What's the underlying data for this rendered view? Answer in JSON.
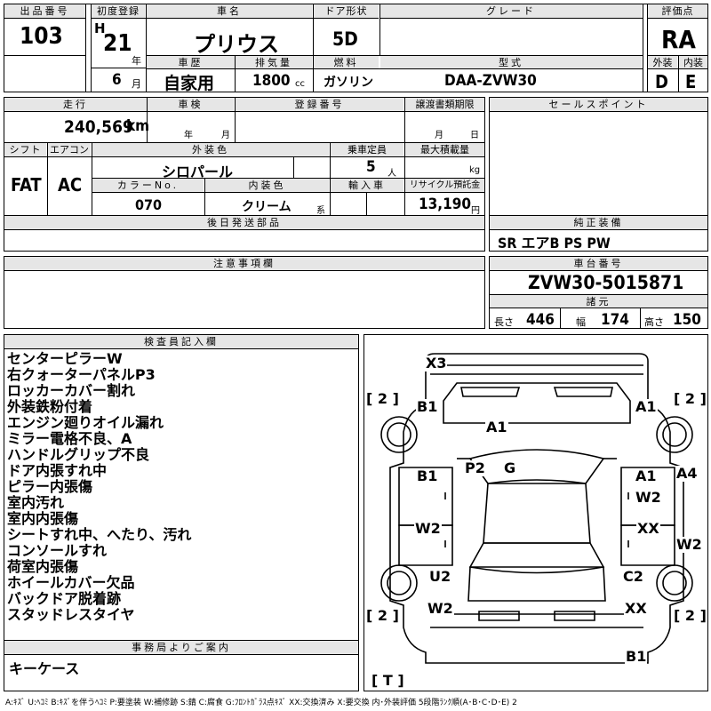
{
  "header": {
    "lot_label": "出品番号",
    "lot_number": "103",
    "first_reg_label": "初度登録",
    "era": "H",
    "year": "21",
    "year_unit": "年",
    "month": "6",
    "month_unit": "月",
    "car_name_label": "車名",
    "car_name": "プリウス",
    "door_label": "ドア形状",
    "door_value": "5D",
    "grade_label": "グレード",
    "grade_value": "",
    "score_label": "評価点",
    "score_value": "RA",
    "history_label": "車歴",
    "history_value": "自家用",
    "displacement_label": "排気量",
    "displacement_value": "1800",
    "displacement_unit": "cc",
    "fuel_label": "燃料",
    "fuel_value": "ガソリン",
    "model_label": "型式",
    "model_value": "DAA-ZVW30",
    "exterior_label": "外装",
    "exterior_value": "D",
    "interior_label": "内装",
    "interior_value": "E"
  },
  "details": {
    "mileage_label": "走行",
    "mileage_value": "240,569",
    "mileage_unit": "km",
    "inspection_label": "車検",
    "inspection_year_unit": "年",
    "inspection_month_unit": "月",
    "registration_label": "登録番号",
    "transfer_label": "譲渡書類期限",
    "transfer_month_unit": "月",
    "transfer_day_unit": "日",
    "shift_label": "シフト",
    "shift_value": "FAT",
    "aircon_label": "エアコン",
    "aircon_value": "AC",
    "ext_color_label": "外装色",
    "ext_color_value": "シロパール",
    "capacity_label": "乗車定員",
    "capacity_value": "5",
    "capacity_unit": "人",
    "max_load_label": "最大積載量",
    "max_load_unit": "kg",
    "color_no_label": "カラーNo.",
    "color_no_value": "070",
    "int_color_label": "内装色",
    "int_color_value": "クリーム",
    "int_color_suffix": "系",
    "import_label": "輸入車",
    "recycle_label": "リサイクル預託金",
    "recycle_value": "13,190",
    "recycle_unit": "円",
    "later_parts_label": "後日発送部品",
    "notes_label": "注意事項欄"
  },
  "sales_point": {
    "label": "セールスポイント",
    "equipment_label": "純正装備",
    "equipment_value": "SR エアB PS PW"
  },
  "chassis": {
    "label": "車台番号",
    "value": "ZVW30-5015871",
    "specs_label": "諸元",
    "length_label": "長さ",
    "length_value": "446",
    "width_label": "幅",
    "width_value": "174",
    "height_label": "高さ",
    "height_value": "150"
  },
  "inspector": {
    "label": "検査員記入欄",
    "lines": [
      "センターピラーW",
      "右クォーターパネルP3",
      "ロッカーカバー割れ",
      "外装鉄粉付着",
      "エンジン廻りオイル漏れ",
      "ミラー電格不良、A",
      "ハンドルグリップ不良",
      "ドア内張すれ中",
      "ピラー内張傷",
      "室内汚れ",
      "室内内張傷",
      "シートすれ中、へたり、汚れ",
      "コンソールすれ",
      "荷室内張傷",
      "ホイールカバー欠品",
      "バックドア脱着跡",
      "スタッドレスタイヤ"
    ]
  },
  "office": {
    "label": "事務局よりご案内",
    "value": "キーケース"
  },
  "diagram": {
    "marks": {
      "x3": "X3",
      "b1_left_front": "B1",
      "a1_hood": "A1",
      "a1_right_front": "A1",
      "b1_left_door": "B1",
      "p2": "P2",
      "g": "G",
      "a1_right_door": "A1",
      "a4": "A4",
      "w2_right_door": "W2",
      "w2_left_rear": "W2",
      "xx_right_rear": "XX",
      "w2_right_edge": "W2",
      "u2": "U2",
      "c2": "C2",
      "w2_left_bottom": "W2",
      "xx_right_bottom": "XX",
      "b1_bottom": "B1"
    },
    "tire_marks": {
      "front_left": "[ 2 ]",
      "front_right": "[ 2 ]",
      "rear_left": "[ 2 ]",
      "rear_right": "[ 2 ]",
      "spare": "[ T ]"
    }
  },
  "legend": "A:ｷｽﾞ U:ﾍｺﾐ B:ｷｽﾞを伴うﾍｺﾐ P:要塗装 W:補修跡 S:錆 C:腐食 G:ﾌﾛﾝﾄｶﾞﾗｽ点ｷｽﾞ XX:交換済み X:要交換 内･外装評価 5段階ﾗﾝｸ順(A･B･C･D･E) 2"
}
